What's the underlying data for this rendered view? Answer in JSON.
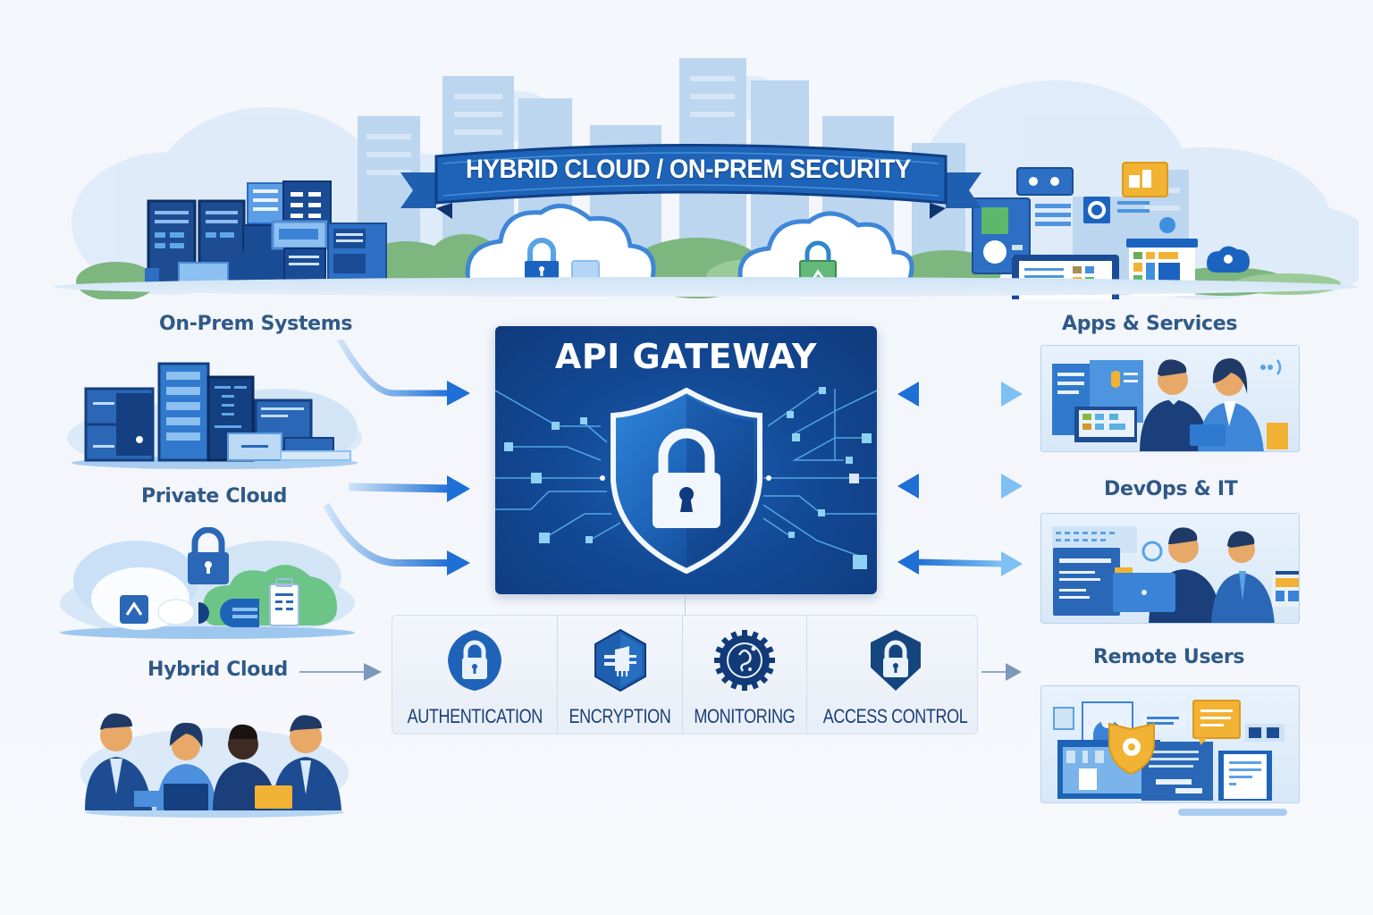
{
  "banner": {
    "title": "HYBRID CLOUD / ON-PREM SECURITY"
  },
  "gateway": {
    "title": "API GATEWAY",
    "icon": "shield-lock-icon"
  },
  "sources": [
    {
      "label": "On-Prem Systems",
      "icon": "server-rack-icon"
    },
    {
      "label": "Private Cloud",
      "icon": "cloud-lock-icon"
    },
    {
      "label": "Hybrid Cloud",
      "icon": "team-icon"
    }
  ],
  "destinations": [
    {
      "label": "Apps & Services",
      "icon": "app-team-icon"
    },
    {
      "label": "DevOps & IT",
      "icon": "devops-team-icon"
    },
    {
      "label": "Remote Users",
      "icon": "remote-dashboard-icon"
    }
  ],
  "features": [
    {
      "label": "AUTHENTICATION",
      "icon": "lock-icon"
    },
    {
      "label": "ENCRYPTION",
      "icon": "encryption-chip-icon"
    },
    {
      "label": "MONITORING",
      "icon": "monitoring-gear-icon"
    },
    {
      "label": "ACCESS CONTROL",
      "icon": "shield-lock-icon"
    }
  ],
  "colors": {
    "primary": "#134a96",
    "accent": "#1e78d8",
    "label": "#2f5987",
    "feature_text": "#1b3f74",
    "highlight": "#f2b233",
    "green": "#5cb86a"
  }
}
